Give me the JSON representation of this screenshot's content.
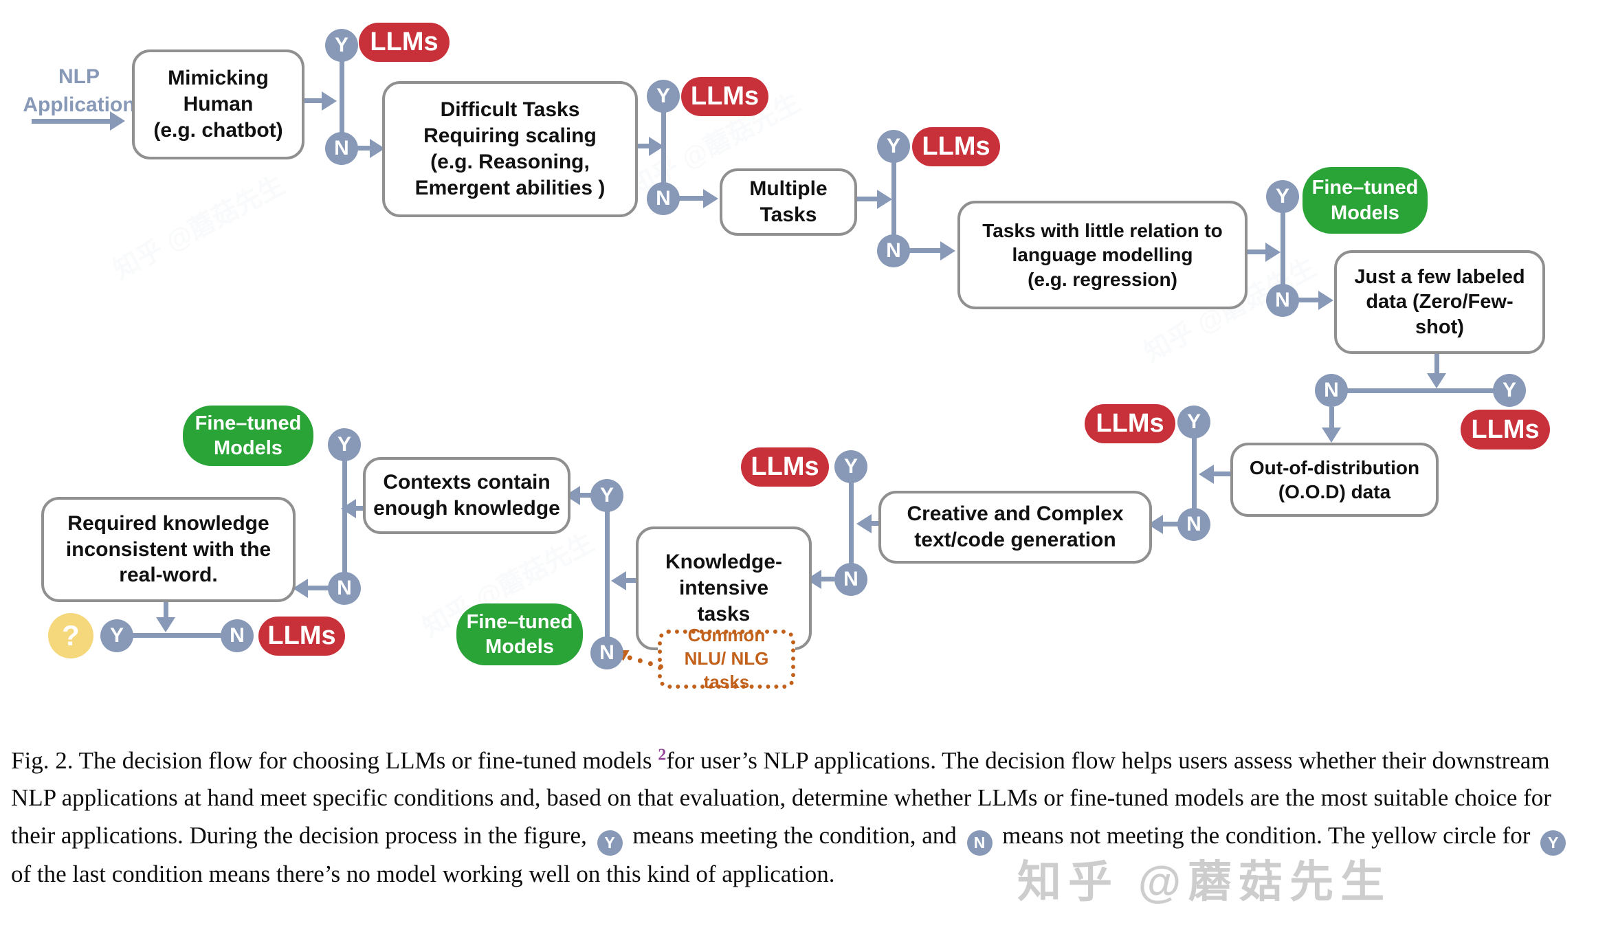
{
  "figure": {
    "start_label": "NLP\nApplication",
    "symbols": {
      "yes": "Y",
      "no": "N",
      "unknown": "?"
    },
    "pills": {
      "llms": "LLMs",
      "fine_tuned": "Fine–tuned\nModels"
    },
    "boxes": {
      "mimicking": "Mimicking\nHuman\n(e.g. chatbot)",
      "difficult": "Difficult Tasks\nRequiring  scaling\n(e.g. Reasoning,\nEmergent abilities )",
      "multiple": "Multiple\nTasks",
      "little_relation": "Tasks with little relation to\nlanguage modelling\n(e.g. regression)",
      "few_labeled": "Just a few labeled\ndata (Zero/Few-\nshot)",
      "ood": "Out-of-distribution\n(O.O.D) data",
      "creative": "Creative and Complex\ntext/code generation",
      "knowledge": "Knowledge-\nintensive\ntasks",
      "contexts": "Contexts contain\nenough knowledge",
      "required": "Required knowledge\ninconsistent with the\nreal-word.",
      "common_tasks": "Common\nNLU/ NLG tasks"
    }
  },
  "caption": {
    "part1": "Fig. 2.  The decision flow for choosing LLMs or fine-tuned models ",
    "footnote_marker": "2",
    "part2": "for user’s NLP applications. The decision flow helps users assess whether their downstream NLP applications at hand meet specific conditions and, based on that evaluation, determine whether LLMs or fine-tuned models are the most suitable choice for their applications. During the decision process in the figure,",
    "y_symbol": "Y",
    "part3": "means meeting the condition, and",
    "n_symbol": "N",
    "part4": "means not meeting the condition. The yellow circle for",
    "y_symbol2": "Y",
    "part5": "of the last condition means there’s no model working well on this kind of application."
  },
  "watermark": {
    "text": "知乎 @蘑菇先生"
  },
  "colors": {
    "slate": "#8799B7",
    "red": "#C9313A",
    "green": "#2BA437",
    "yellow": "#F5D77C",
    "orange": "#C2611C",
    "purple": "#95489B",
    "border-gray": "#909090",
    "ink": "#111111"
  }
}
